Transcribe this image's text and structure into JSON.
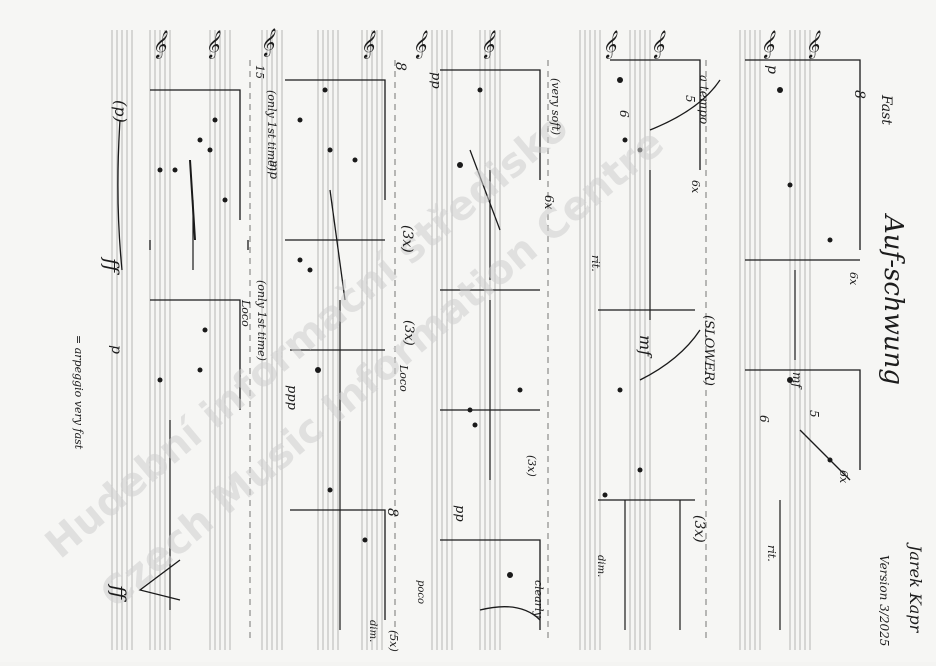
{
  "score": {
    "title": "Auf-schwung",
    "composer": "Jarek Kapr",
    "version": "Version 3/2025",
    "tempo_top": "Fast",
    "texts": {
      "p1": "(p)",
      "p2": "p",
      "pp1": "pp",
      "pp2": "pp",
      "ff": "ff",
      "mf1": "mf",
      "mf2": "mf",
      "ppp": "ppp",
      "mp": "mp",
      "first_time": "(only 1st time)",
      "second_time": "(only 1st time)",
      "loco1": "Loco",
      "loco2": "Loco",
      "ottava": "8",
      "fifteen": "15",
      "very_soft": "(very soft)",
      "x3_a": "(3x)",
      "x3_b": "(3x)",
      "x3_c": "(3x)",
      "x3_d": "(3x)",
      "x5": "(5x)",
      "x6_a": "6x",
      "x6_b": "6x",
      "x6_c": "6x",
      "rit1": "rit.",
      "rit2": "rit.",
      "a_tempo": "a tempo",
      "slower": "(SLOWER)",
      "clearly": "clearly",
      "dim1": "dim.",
      "dim2": "dim.",
      "poco": "poco",
      "arpeggio": "= arpeggio very fast",
      "six": "6",
      "five": "5"
    },
    "watermark": {
      "line1": "Hudební informační středisko",
      "line2": "Czech Music Information Centre"
    }
  }
}
